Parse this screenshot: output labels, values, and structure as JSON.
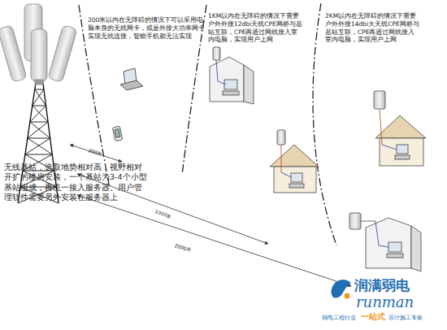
{
  "diagram": {
    "labels": [
      "200米以内在无障碍的情况下可以采用电脑本身的无线网卡，或是外接大功率网卡实现无线连接，智能手机都无法实现",
      "1KM以内在无障碍的情况下需要户外外接12dbi天线CPE网桥与基站互联，CPE再通过网线接入室内电脑，实现用户上网",
      "2KM以内在无障碍的情况下需要户外外接14dbi大天线CPE网桥与基站互联，CPE再通过网线接入室内电脑，实现用户上网",
      "无线基站，选取地势相对高，视野相对开扩的楼房安装，一个基站为3-4个小型基站组成，再统一接入服务器。用户管理软件需要另外安装在服务器上",
      "200米",
      "1000米",
      "2000米",
      "润满弱电",
      "runman",
      "弱电工程行业",
      "一站式",
      "设计施工专家"
    ]
  }
}
